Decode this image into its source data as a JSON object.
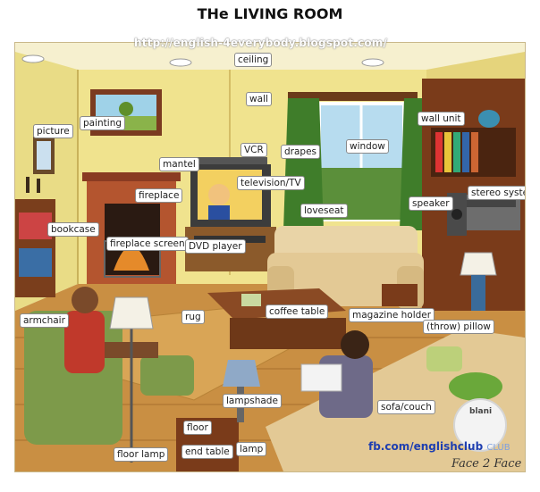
{
  "title": "THe LIVING ROOM",
  "watermark_url": "http://english-4everybody.blogspot.com/",
  "labels": {
    "ceiling": "ceiling",
    "wall": "wall",
    "painting": "painting",
    "picture": "picture",
    "mantel": "mantel",
    "vcr": "VCR",
    "drapes": "drapes",
    "window": "window",
    "wall_unit": "wall unit",
    "television": "television/TV",
    "fireplace": "fireplace",
    "loveseat": "loveseat",
    "speaker": "speaker",
    "stereo_system": "stereo system",
    "bookcase": "bookcase",
    "fireplace_screen": "fireplace screen",
    "dvd_player": "DVD player",
    "armchair": "armchair",
    "rug": "rug",
    "coffee_table": "coffee table",
    "magazine_holder": "magazine holder",
    "throw_pillow": "(throw) pillow",
    "lampshade": "lampshade",
    "sofa_couch": "sofa/couch",
    "floor": "floor",
    "floor_lamp": "floor lamp",
    "end_table": "end table",
    "lamp": "lamp"
  },
  "footer": {
    "fb_link": "fb.com/englishclub",
    "club": "CLUB",
    "face2face": "Face 2 Face",
    "badge": "blani"
  }
}
